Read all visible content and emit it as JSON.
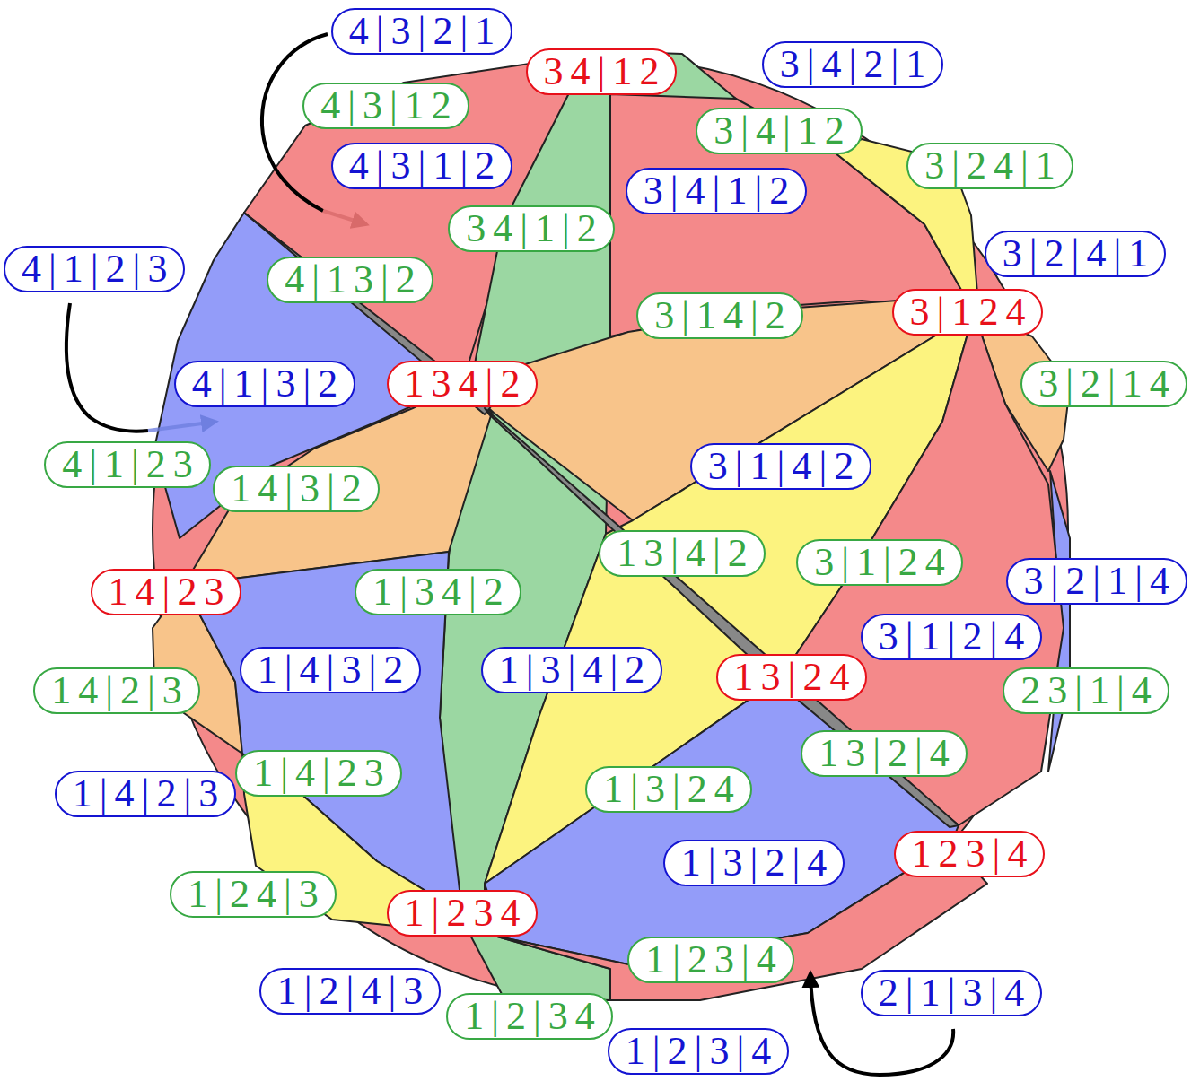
{
  "diagram": {
    "nodes": [
      {
        "text": [
          "4|3|2|1"
        ]
      },
      {
        "text": [
          "3|4|2|1"
        ]
      },
      {
        "text": [
          "34|12"
        ]
      },
      {
        "text": [
          "4|3|12"
        ]
      },
      {
        "text": [
          "3|4|12"
        ]
      },
      {
        "text": [
          "4|3|1|2"
        ]
      },
      {
        "text": [
          "3|24|1"
        ]
      },
      {
        "text": [
          "3|4|1|2"
        ]
      },
      {
        "text": [
          "34|1|2"
        ]
      },
      {
        "text": [
          "3|2|4|1"
        ]
      },
      {
        "text": [
          "4|1|2|3"
        ]
      },
      {
        "text": [
          "4|13|2"
        ]
      },
      {
        "text": [
          "3|124"
        ]
      },
      {
        "text": [
          "3|14|2"
        ]
      },
      {
        "text": [
          "4|1|3|2"
        ]
      },
      {
        "text": [
          "134|2"
        ]
      },
      {
        "text": [
          "3|2|14"
        ]
      },
      {
        "text": [
          "4|1|23"
        ]
      },
      {
        "text": [
          "3|1|4|2"
        ]
      },
      {
        "text": [
          "14|3|2"
        ]
      },
      {
        "text": [
          "13|4|2"
        ]
      },
      {
        "text": [
          "3|1|24"
        ]
      },
      {
        "text": [
          "3|2|1|4"
        ]
      },
      {
        "text": [
          "14|23"
        ]
      },
      {
        "text": [
          "1|34|2"
        ]
      },
      {
        "text": [
          "3|1|2|4"
        ]
      },
      {
        "text": [
          "1|4|3|2"
        ]
      },
      {
        "text": [
          "1|3|4|2"
        ]
      },
      {
        "text": [
          "13|24"
        ]
      },
      {
        "text": [
          "14|2|3"
        ]
      },
      {
        "text": [
          "23|1|4"
        ]
      },
      {
        "text": [
          "13|2|4"
        ]
      },
      {
        "text": [
          "1|4|23"
        ]
      },
      {
        "text": [
          "1|3|24"
        ]
      },
      {
        "text": [
          "1|4|2|3"
        ]
      },
      {
        "text": [
          "1|3|2|4"
        ]
      },
      {
        "text": [
          "123|4"
        ]
      },
      {
        "text": [
          "1|24|3"
        ]
      },
      {
        "text": [
          "1|234"
        ]
      },
      {
        "text": [
          "1|23|4"
        ]
      },
      {
        "text": [
          "1|2|4|3"
        ]
      },
      {
        "text": [
          "2|1|3|4"
        ]
      },
      {
        "text": [
          "1|2|34"
        ]
      },
      {
        "text": [
          "1|2|3|4"
        ]
      }
    ]
  }
}
